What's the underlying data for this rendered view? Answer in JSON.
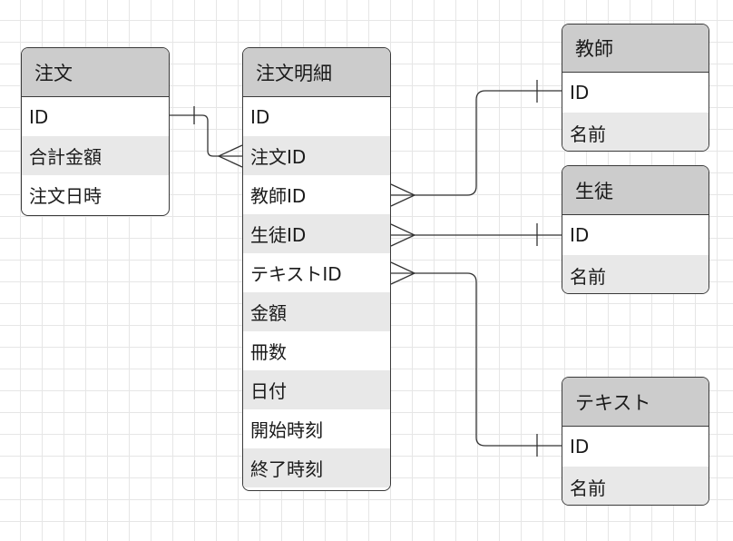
{
  "entities": {
    "orders": {
      "title": "注文",
      "fields": [
        "ID",
        "合計金額",
        "注文日時"
      ]
    },
    "order_details": {
      "title": "注文明細",
      "fields": [
        "ID",
        "注文ID",
        "教師ID",
        "生徒ID",
        "テキストID",
        "金額",
        "冊数",
        "日付",
        "開始時刻",
        "終了時刻"
      ]
    },
    "teachers": {
      "title": "教師",
      "fields": [
        "ID",
        "名前"
      ]
    },
    "students": {
      "title": "生徒",
      "fields": [
        "ID",
        "名前"
      ]
    },
    "texts": {
      "title": "テキスト",
      "fields": [
        "ID",
        "名前"
      ]
    }
  },
  "relationships": [
    {
      "from": "注文.ID",
      "to": "注文明細.注文ID",
      "from_cardinality": "one",
      "to_cardinality": "many"
    },
    {
      "from": "教師.ID",
      "to": "注文明細.教師ID",
      "from_cardinality": "one",
      "to_cardinality": "many"
    },
    {
      "from": "生徒.ID",
      "to": "注文明細.生徒ID",
      "from_cardinality": "one",
      "to_cardinality": "many"
    },
    {
      "from": "テキスト.ID",
      "to": "注文明細.テキストID",
      "from_cardinality": "one",
      "to_cardinality": "many"
    }
  ]
}
